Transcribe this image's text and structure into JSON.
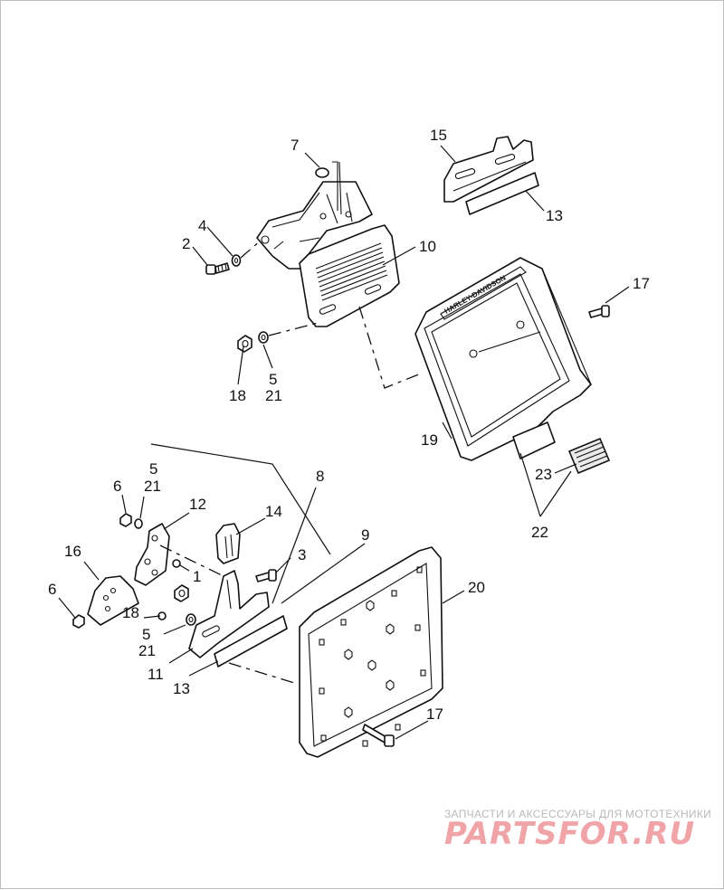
{
  "callouts": {
    "c1": "1",
    "c2": "2",
    "c3": "3",
    "c4": "4",
    "c5a": "5",
    "c21a": "21",
    "c5b": "5",
    "c21b": "21",
    "c5c": "5",
    "c21c": "21",
    "c6a": "6",
    "c6b": "6",
    "c7": "7",
    "c8": "8",
    "c9": "9",
    "c10": "10",
    "c11": "11",
    "c12": "12",
    "c13a": "13",
    "c13b": "13",
    "c14": "14",
    "c15": "15",
    "c16": "16",
    "c17a": "17",
    "c17b": "17",
    "c18a": "18",
    "c18b": "18",
    "c19": "19",
    "c20": "20",
    "c22": "22",
    "c23": "23"
  },
  "frame_emboss": "HARLEY-DAVIDSON",
  "watermark": {
    "tagline": "ЗАПЧАСТИ И АКСЕССУАРЫ ДЛЯ МОТОТЕХНИКИ",
    "logo": "PARTSFOR.RU"
  }
}
